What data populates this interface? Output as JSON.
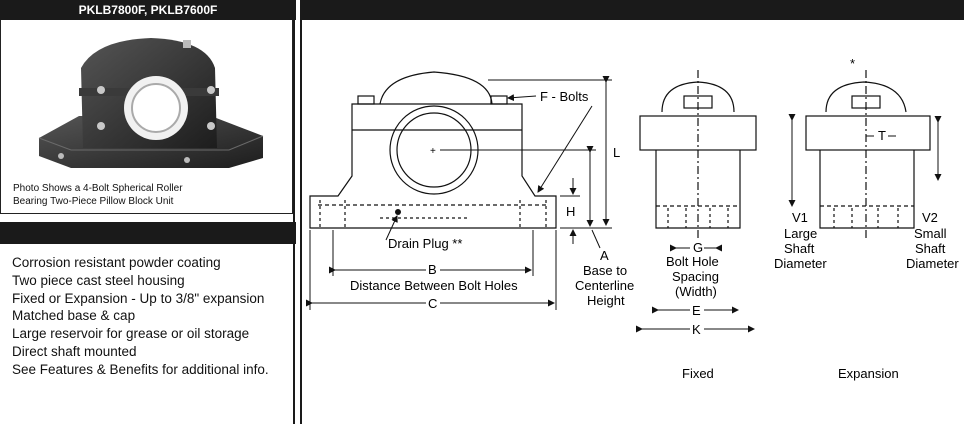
{
  "header": {
    "title": "PKLB7800F, PKLB7600F"
  },
  "photo": {
    "caption_line1": "Photo Shows a 4-Bolt Spherical Roller",
    "caption_line2": "Bearing Two-Piece Pillow Block Unit"
  },
  "features": [
    "Corrosion resistant powder coating",
    "Two piece cast steel housing",
    "Fixed or Expansion - Up to 3/8\" expansion",
    "Matched base & cap",
    "Large reservoir for grease or oil storage",
    "Direct shaft mounted",
    "See Features & Benefits for additional info."
  ],
  "diagram": {
    "f_bolts": "F - Bolts",
    "l": "L",
    "h": "H",
    "a": "A",
    "base_to": "Base to",
    "centerline": "Centerline",
    "height": "Height",
    "drain_plug": "Drain Plug **",
    "b": "B",
    "distance_between": "Distance Between Bolt Holes",
    "c": "C",
    "g": "G",
    "bolt_hole": "Bolt Hole",
    "spacing": "Spacing",
    "width": "(Width)",
    "e": "E",
    "k": "K",
    "fixed": "Fixed",
    "expansion": "Expansion",
    "t": "T",
    "star": "*",
    "v1": "V1",
    "large": "Large",
    "shaft1": "Shaft",
    "diameter1": "Diameter",
    "v2": "V2",
    "small": "Small",
    "shaft2": "Shaft",
    "diameter2": "Diameter"
  }
}
